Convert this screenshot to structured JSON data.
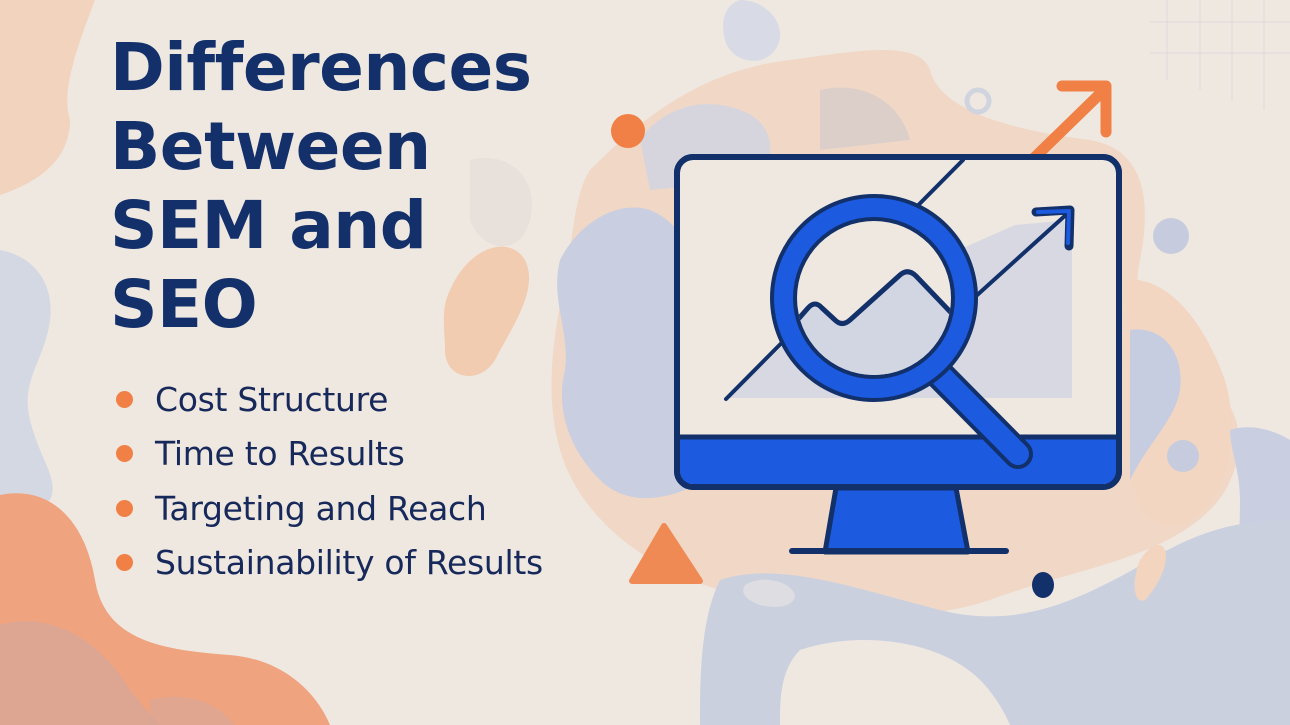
{
  "slide": {
    "title_lines": [
      "Differences",
      "Between",
      "SEM and",
      "SEO"
    ],
    "bullets": [
      {
        "label": "Cost Structure"
      },
      {
        "label": "Time to Results"
      },
      {
        "label": "Targeting and Reach"
      },
      {
        "label": "Sustainability of Results"
      }
    ]
  },
  "illustration": {
    "subject": "monitor-with-magnifying-glass-over-rising-chart",
    "icons": [
      "monitor-icon",
      "magnifying-glass-icon",
      "trend-arrow-icon",
      "growth-arrow-icon"
    ]
  },
  "colors": {
    "background": "#efe8e1",
    "title": "#13306b",
    "bullet_text": "#17295a",
    "accent_orange": "#f08045",
    "accent_blue": "#1c5ae0",
    "outline_navy": "#12306a",
    "blob_peach": "#f3cdb0",
    "blob_blue": "#c7cfe0"
  }
}
